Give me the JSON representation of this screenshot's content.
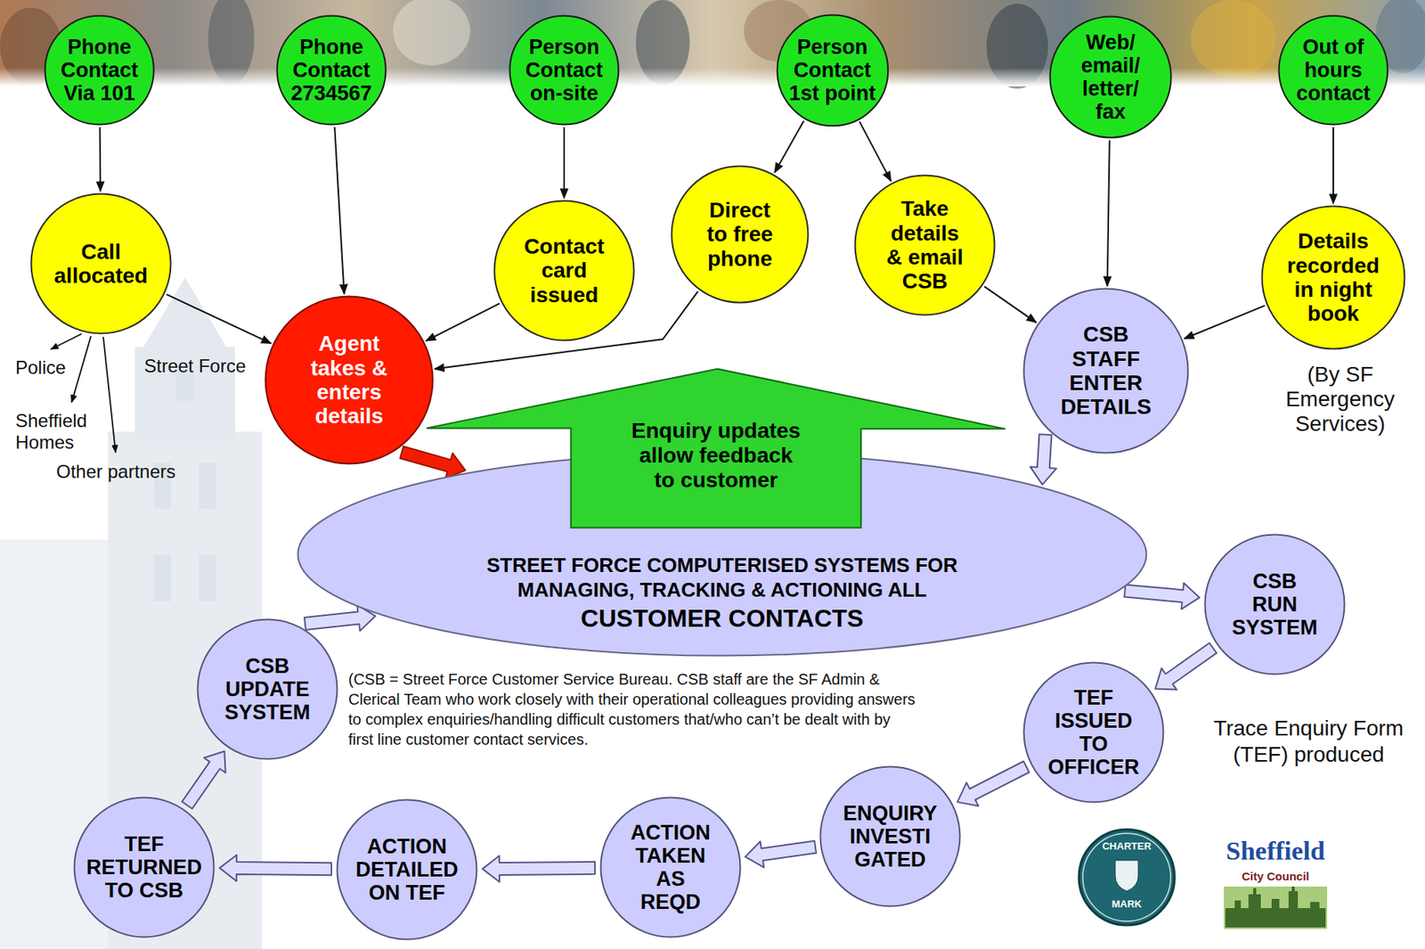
{
  "diagram": {
    "nodes": [
      {
        "text": [
          "Phone Contact Via 101"
        ]
      },
      {
        "text": [
          "Phone Contact 2734567"
        ]
      },
      {
        "text": [
          "Person Contact on-site"
        ]
      },
      {
        "text": [
          "Person Contact 1st point"
        ]
      },
      {
        "text": [
          "Web/ email/ letter/ fax"
        ]
      },
      {
        "text": [
          "Out of hours contact"
        ]
      },
      {
        "text": [
          "Call allocated"
        ]
      },
      {
        "text": [
          "Agent takes & enters details"
        ]
      },
      {
        "text": [
          "Contact card issued"
        ]
      },
      {
        "text": [
          "Direct to free phone"
        ]
      },
      {
        "text": [
          "Take details & email CSB"
        ]
      },
      {
        "text": [
          "CSB STAFF ENTER DETAILS"
        ]
      },
      {
        "text": [
          "Details recorded in night book"
        ]
      },
      {
        "text": [
          "STREET FORCE COMPUTERISED SYSTEMS FOR MANAGING, TRACKING & ACTIONING ALL",
          "CUSTOMER CONTACTS"
        ]
      },
      {
        "text": [
          "Enquiry updates allow feedback to customer"
        ]
      },
      {
        "text": [
          "CSB RUN SYSTEM"
        ]
      },
      {
        "text": [
          "TEF ISSUED TO OFFICER"
        ]
      },
      {
        "text": [
          "ENQUIRY INVESTI GATED"
        ]
      },
      {
        "text": [
          "ACTION TAKEN AS REQD"
        ]
      },
      {
        "text": [
          "ACTION DETAILED ON TEF"
        ]
      },
      {
        "text": [
          "TEF RETURNED TO CSB"
        ]
      },
      {
        "text": [
          "CSB UPDATE SYSTEM"
        ]
      }
    ],
    "edges": [
      {
        "from": 0,
        "to": 6,
        "arrow": "to"
      },
      {
        "from": 1,
        "to": 7,
        "arrow": "to"
      },
      {
        "from": 2,
        "to": 8,
        "arrow": "to"
      },
      {
        "from": 3,
        "to": 9,
        "arrow": "to"
      },
      {
        "from": 3,
        "to": 10,
        "arrow": "to"
      },
      {
        "from": 4,
        "to": 11,
        "arrow": "to"
      },
      {
        "from": 5,
        "to": 12,
        "arrow": "to"
      },
      {
        "from": 6,
        "to": 7,
        "arrow": "to"
      },
      {
        "from": 8,
        "to": 7,
        "arrow": "to"
      },
      {
        "from": 9,
        "to": 7,
        "arrow": "to"
      },
      {
        "from": 10,
        "to": 11,
        "arrow": "to"
      },
      {
        "from": 12,
        "to": 11,
        "arrow": "to"
      },
      {
        "from": 7,
        "to": 13,
        "arrow": "to"
      },
      {
        "from": 11,
        "to": 13,
        "arrow": "to"
      },
      {
        "from": 13,
        "to": 15,
        "arrow": "to"
      },
      {
        "from": 15,
        "to": 16,
        "arrow": "to"
      },
      {
        "from": 16,
        "to": 17,
        "arrow": "to"
      },
      {
        "from": 17,
        "to": 18,
        "arrow": "to"
      },
      {
        "from": 18,
        "to": 19,
        "arrow": "to"
      },
      {
        "from": 19,
        "to": 20,
        "arrow": "to"
      },
      {
        "from": 20,
        "to": 21,
        "arrow": "to"
      },
      {
        "from": 21,
        "to": 13,
        "arrow": "to"
      }
    ],
    "labels": [
      "Police",
      "Street Force",
      "Sheffield Homes",
      "Other partners",
      "(By SF Emergency Services)",
      "(CSB = Street Force Customer Service Bureau. CSB staff are the SF Admin & Clerical Team who work closely with their operational colleagues providing answers to complex enquiries/handling difficult customers that/who can’t be dealt with by first line customer contact services.",
      "Trace Enquiry Form (TEF) produced",
      "CHARTER",
      "MARK",
      "Sheffield",
      "City Council"
    ]
  }
}
